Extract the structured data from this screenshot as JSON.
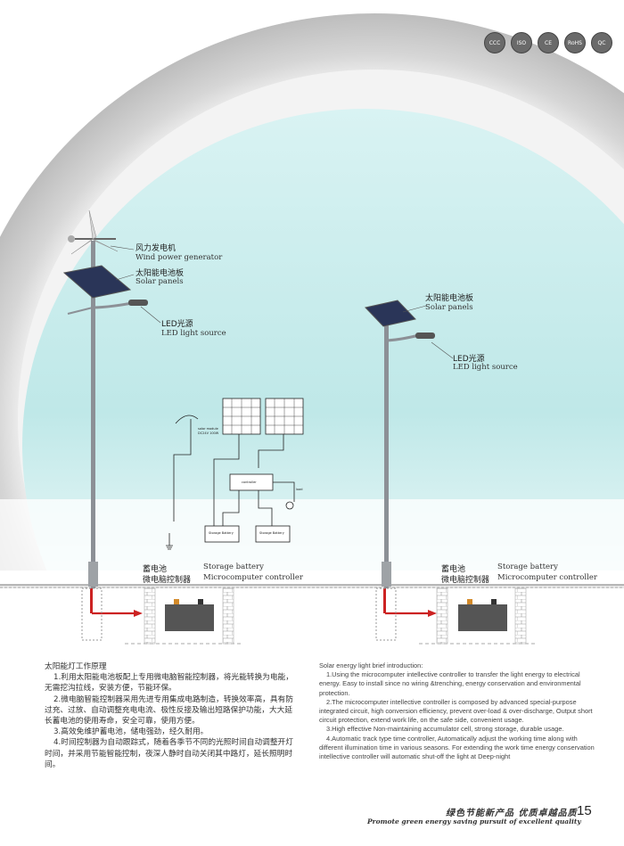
{
  "certifications": [
    "CCC",
    "ISO",
    "CE",
    "RoHS",
    "QC"
  ],
  "left_pole": {
    "wind_cn": "风力发电机",
    "wind_en": "Wind power generator",
    "solar_cn": "太阳能电池板",
    "solar_en": "Solar panels",
    "led_cn": "LED光源",
    "led_en": "LED light source",
    "battery_cn": "蓄电池",
    "controller_cn": "微电脑控制器",
    "battery_en": "Storage battery",
    "controller_en": "Microcomputer controller"
  },
  "right_pole": {
    "solar_cn": "太阳能电池板",
    "solar_en": "Solar panels",
    "led_cn": "LED光源",
    "led_en": "LED light source",
    "battery_cn": "蓄电池",
    "controller_cn": "微电脑控制器",
    "battery_en": "Storage battery",
    "controller_en": "Microcomputer controller"
  },
  "diagram": {
    "solar_module": "solar module",
    "solar_sub": "DC24V 100W",
    "controller": "controller",
    "load": "load",
    "battery1": "Storage Battery",
    "battery2": "Storage Battery"
  },
  "chinese_intro": {
    "title": "太阳能灯工作原理",
    "p1": "1.利用太阳能电池板配上专用微电脑智能控制器，将光能转换为电能，无需挖沟拉线，安装方便，节能环保。",
    "p2": "2.微电脑智能控制器采用先进专用集成电路制造，转换效率高，具有防过充、过放、自动调整充电电流、极性反接及输出短路保护功能，大大延长蓄电池的使用寿命，安全可靠，使用方便。",
    "p3": "3.高效免维护蓄电池，储电强劲，经久耐用。",
    "p4": "4.时间控制器为自动跟踪式，随着各季节不同的光照时间自动调整开灯时间，并采用节能智能控制，夜深人静时自动关闭其中路灯，延长照明时间。"
  },
  "english_intro": {
    "title": "Solar energy light brief introduction:",
    "p1": "1.Using the microcomputer intellective controller to transfer the light energy to electrical energy. Easy to install since no wiring &trenching, energy conservation and environmental protection.",
    "p2": "2.The microcomputer intellective controller is composed by advanced special-purpose integrated circuit, high conversion efficiency, prevent over-load & over-discharge, Output short circuit protection, extend work life, on the safe side, convenient usage.",
    "p3": "3.High effective Non-maintaining accumulator cell, strong storage, durable usage.",
    "p4": "4.Automatic track type time controller, Automatically adjust the working time along with different illumination time in various seasons. For extending the work time energy conservation intellective controller will automatic shut-off the light at Deep-night"
  },
  "footer": {
    "slogan_cn": "绿色节能新产品  优质卓越品质",
    "slogan_en": "Promote green energy saving pursuit of excellent quality",
    "page_number": "15"
  }
}
